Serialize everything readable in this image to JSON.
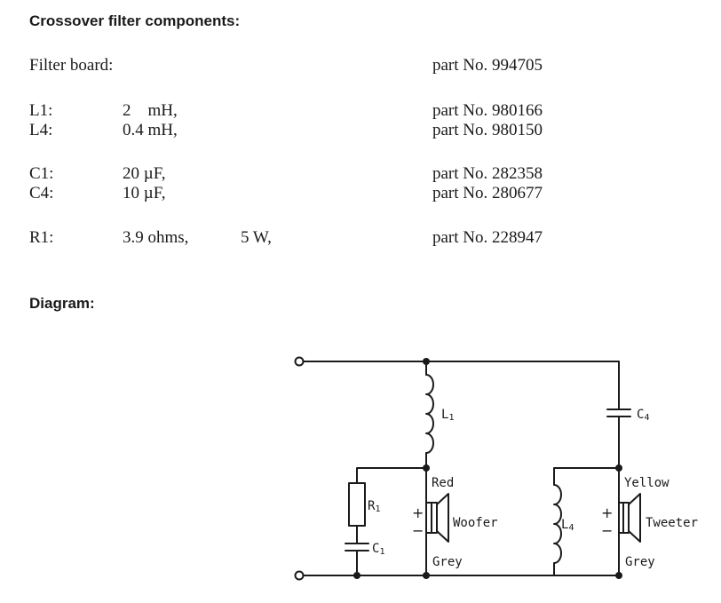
{
  "title": "Crossover filter components:",
  "filter_board": {
    "label": "Filter board:",
    "part": "part No. 994705"
  },
  "components": [
    {
      "ref": "L1:",
      "value": "2    mH,",
      "extra": "",
      "part": "part No. 980166"
    },
    {
      "ref": "L4:",
      "value": "0.4 mH,",
      "extra": "",
      "part": "part No. 980150"
    },
    {
      "ref": "C1:",
      "value": "20 µF,",
      "extra": "",
      "part": "part No. 282358"
    },
    {
      "ref": "C4:",
      "value": "10 µF,",
      "extra": "",
      "part": "part No. 280677"
    },
    {
      "ref": "R1:",
      "value": "3.9 ohms,",
      "extra": "5 W,",
      "part": "part No. 228947"
    }
  ],
  "diagram_heading": "Diagram:",
  "diagram": {
    "L1": "L",
    "L1_sub": "1",
    "C4": "C",
    "C4_sub": "4",
    "R1": "R",
    "R1_sub": "1",
    "C1": "C",
    "C1_sub": "1",
    "L4": "L",
    "L4_sub": "4",
    "woofer": {
      "name": "Woofer",
      "top_wire": "Red",
      "bottom_wire": "Grey",
      "plus": "+",
      "minus": "−"
    },
    "tweeter": {
      "name": "Tweeter",
      "top_wire": "Yellow",
      "bottom_wire": "Grey",
      "plus": "+",
      "minus": "−"
    }
  }
}
